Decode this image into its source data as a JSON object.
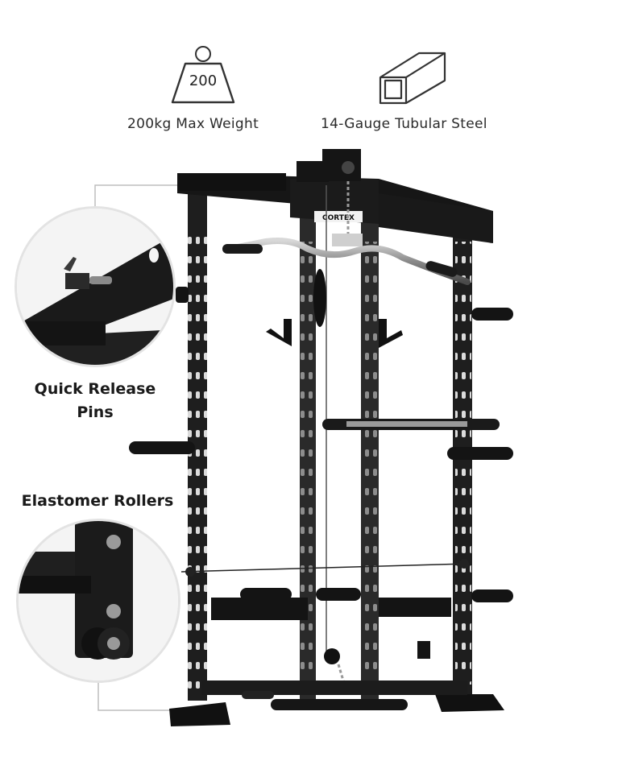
{
  "features": {
    "weight_badge": "200",
    "max_weight_label": "200kg Max Weight",
    "steel_label": "14-Gauge Tubular Steel"
  },
  "callouts": {
    "pins_line1": "Quick Release",
    "pins_line2": "Pins",
    "rollers_label": "Elastomer Rollers"
  },
  "product": {
    "brand_plate": "CORTEX"
  },
  "icons": {
    "weight": "kettle-weight-icon",
    "steel": "square-tube-icon"
  },
  "colors": {
    "frame": "#1f1f1f",
    "frame_dark": "#111111",
    "chrome": "#9a9a9a",
    "text": "#2a2a2a"
  }
}
